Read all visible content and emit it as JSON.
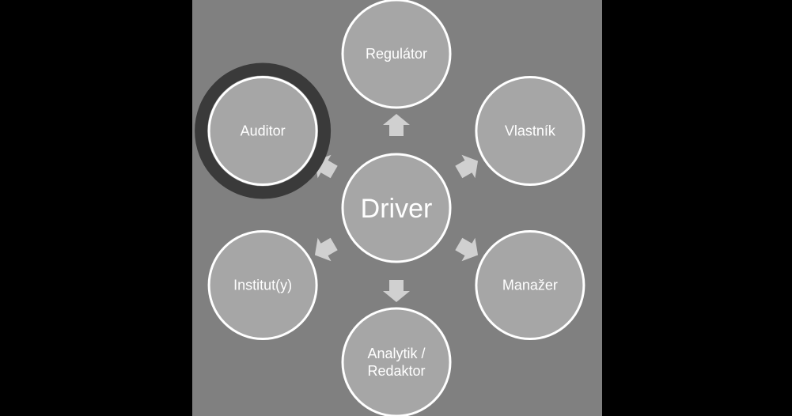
{
  "diagram": {
    "background_color": "#000000",
    "panel_color": "#808080",
    "circle_color": "#a6a6a6",
    "circle_stroke_color": "#ffffff",
    "arrow_color": "#d0d0d0",
    "highlight_ring_color": "#3a3a3a",
    "center": {
      "label": "Driver"
    },
    "nodes": [
      {
        "id": "regulator",
        "lines": [
          "Regulátor"
        ],
        "highlighted": false
      },
      {
        "id": "vlastnik",
        "lines": [
          "Vlastník"
        ],
        "highlighted": false
      },
      {
        "id": "manazer",
        "lines": [
          "Manažer"
        ],
        "highlighted": false
      },
      {
        "id": "analytik",
        "lines": [
          "Analytik /",
          "Redaktor"
        ],
        "highlighted": false
      },
      {
        "id": "instituty",
        "lines": [
          "Institut(y)"
        ],
        "highlighted": false
      },
      {
        "id": "auditor",
        "lines": [
          "Auditor"
        ],
        "highlighted": true
      }
    ]
  }
}
